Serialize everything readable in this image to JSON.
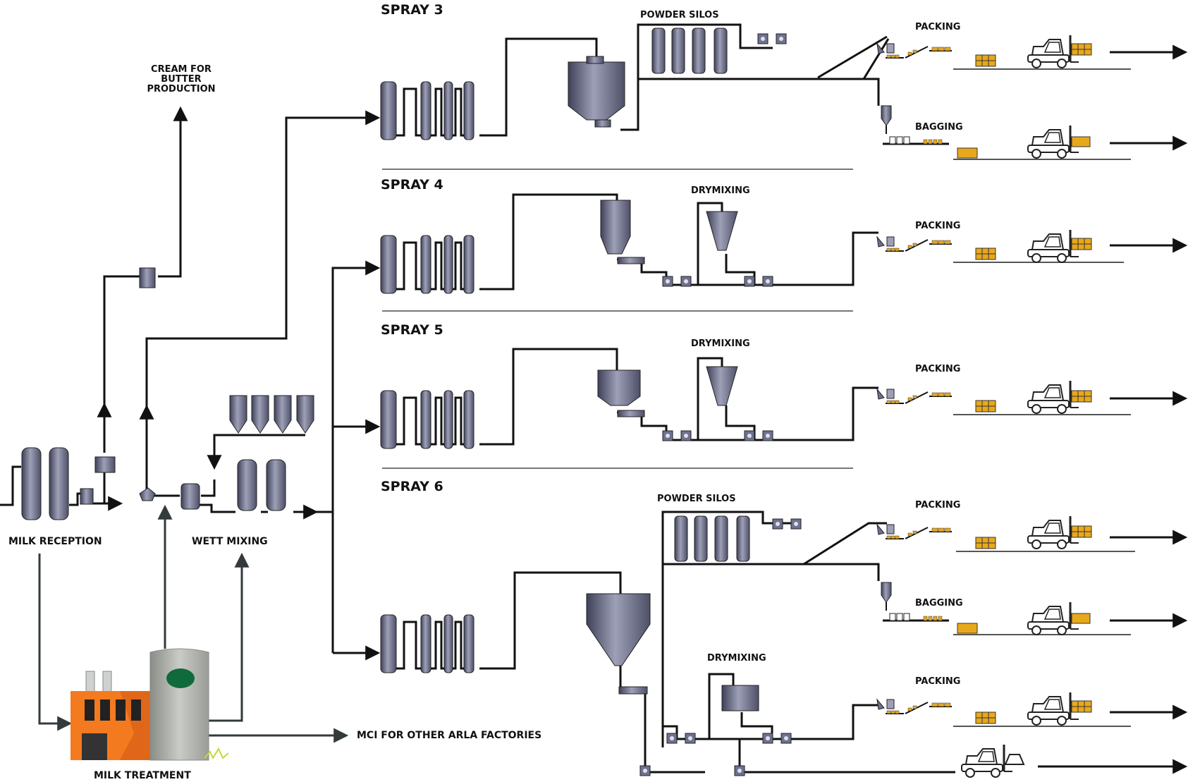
{
  "labels": {
    "spray3": "SPRAY 3",
    "spray4": "SPRAY 4",
    "spray5": "SPRAY 5",
    "spray6": "SPRAY 6",
    "powder_silos": "POWDER SILOS",
    "packing": "PACKING",
    "bagging": "BAGGING",
    "drymixing": "DRYMIXING",
    "cream_line1": "CREAM FOR",
    "cream_line2": "BUTTER",
    "cream_line3": "PRODUCTION",
    "milk_reception": "MILK RECEPTION",
    "wett_mixing": "WETT MIXING",
    "milk_treatment": "MILK TREATMENT",
    "mci": "MCI FOR OTHER ARLA FACTORIES"
  },
  "colors": {
    "tank": "#7d7f9a",
    "tank_dark": "#4a4c66",
    "pipe": "#111111",
    "box": "#e8a81c",
    "factory_orange": "#f47a20",
    "factory_grey": "#b8bbbd",
    "factory_green": "#0f6a3c"
  }
}
